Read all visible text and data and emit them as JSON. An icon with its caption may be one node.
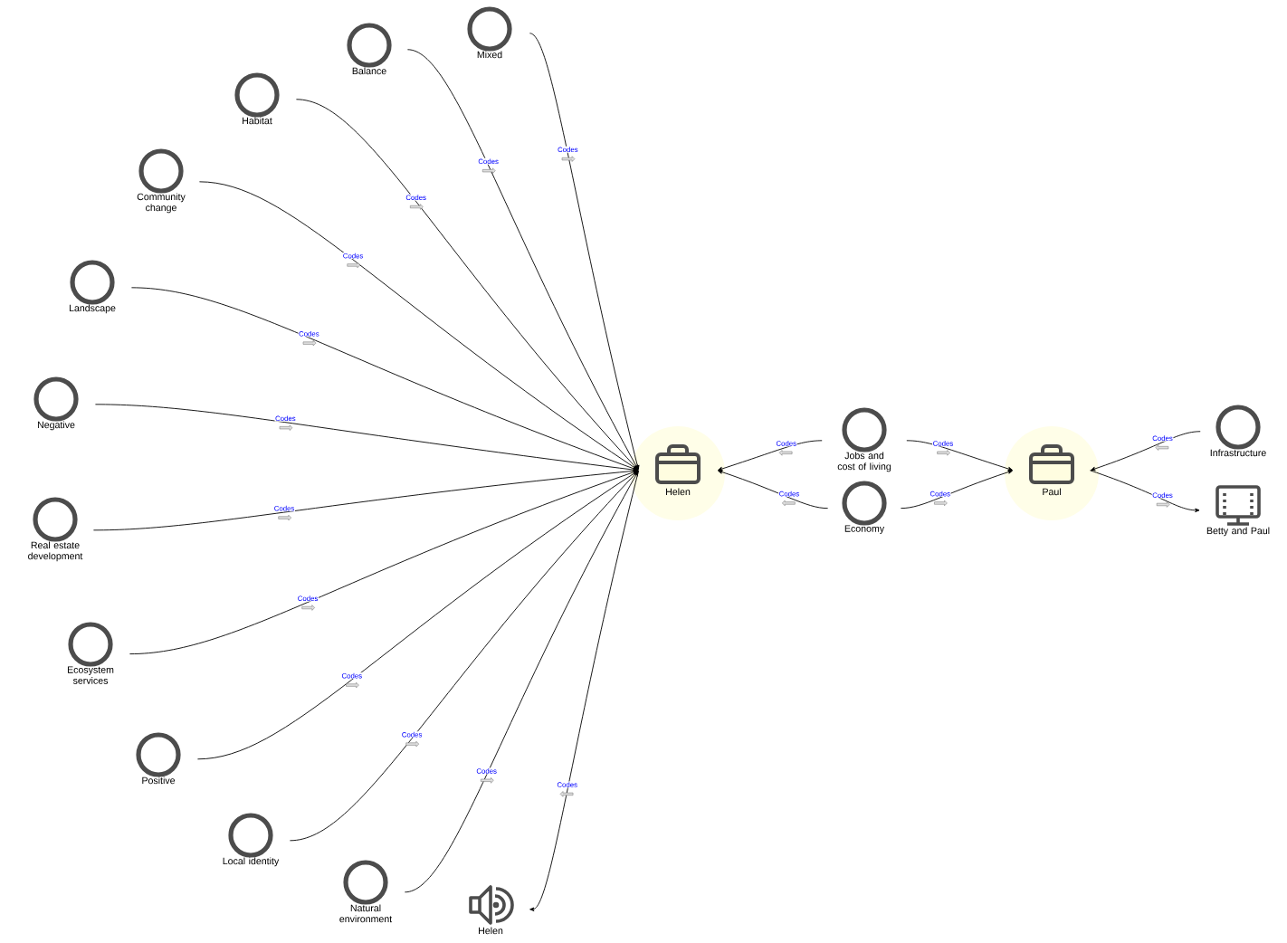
{
  "diagram": {
    "nodes": [
      {
        "text": [
          "Helen"
        ]
      },
      {
        "text": [
          "Mixed"
        ]
      },
      {
        "text": [
          "Balance"
        ]
      },
      {
        "text": [
          "Habitat"
        ]
      },
      {
        "text": [
          "Community change"
        ]
      },
      {
        "text": [
          "Landscape"
        ]
      },
      {
        "text": [
          "Negative"
        ]
      },
      {
        "text": [
          "Real estate development"
        ]
      },
      {
        "text": [
          "Ecosystem services"
        ]
      },
      {
        "text": [
          "Positive"
        ]
      },
      {
        "text": [
          "Local identity"
        ]
      },
      {
        "text": [
          "Natural environment"
        ]
      },
      {
        "text": [
          "Helen"
        ]
      },
      {
        "text": [
          "Jobs and cost of living"
        ]
      },
      {
        "text": [
          "Economy"
        ]
      },
      {
        "text": [
          "Paul"
        ]
      },
      {
        "text": [
          "Infrastructure"
        ]
      },
      {
        "text": [
          "Betty and Paul"
        ]
      }
    ],
    "edges": [
      {
        "from": 1,
        "to": 0,
        "arrow": "to",
        "label": "Codes"
      },
      {
        "from": 2,
        "to": 0,
        "arrow": "to",
        "label": "Codes"
      },
      {
        "from": 3,
        "to": 0,
        "arrow": "to",
        "label": "Codes"
      },
      {
        "from": 4,
        "to": 0,
        "arrow": "to",
        "label": "Codes"
      },
      {
        "from": 5,
        "to": 0,
        "arrow": "to",
        "label": "Codes"
      },
      {
        "from": 6,
        "to": 0,
        "arrow": "to",
        "label": "Codes"
      },
      {
        "from": 7,
        "to": 0,
        "arrow": "to",
        "label": "Codes"
      },
      {
        "from": 8,
        "to": 0,
        "arrow": "to",
        "label": "Codes"
      },
      {
        "from": 9,
        "to": 0,
        "arrow": "to",
        "label": "Codes"
      },
      {
        "from": 10,
        "to": 0,
        "arrow": "to",
        "label": "Codes"
      },
      {
        "from": 11,
        "to": 0,
        "arrow": "to",
        "label": "Codes"
      },
      {
        "from": 0,
        "to": 12,
        "arrow": "to",
        "label": "Codes"
      },
      {
        "from": 13,
        "to": 0,
        "arrow": "to",
        "label": "Codes"
      },
      {
        "from": 14,
        "to": 0,
        "arrow": "to",
        "label": "Codes"
      },
      {
        "from": 13,
        "to": 15,
        "arrow": "to",
        "label": "Codes"
      },
      {
        "from": 14,
        "to": 15,
        "arrow": "to",
        "label": "Codes"
      },
      {
        "from": 16,
        "to": 15,
        "arrow": "to",
        "label": "Codes"
      },
      {
        "from": 15,
        "to": 17,
        "arrow": "to",
        "label": "Codes"
      }
    ]
  }
}
